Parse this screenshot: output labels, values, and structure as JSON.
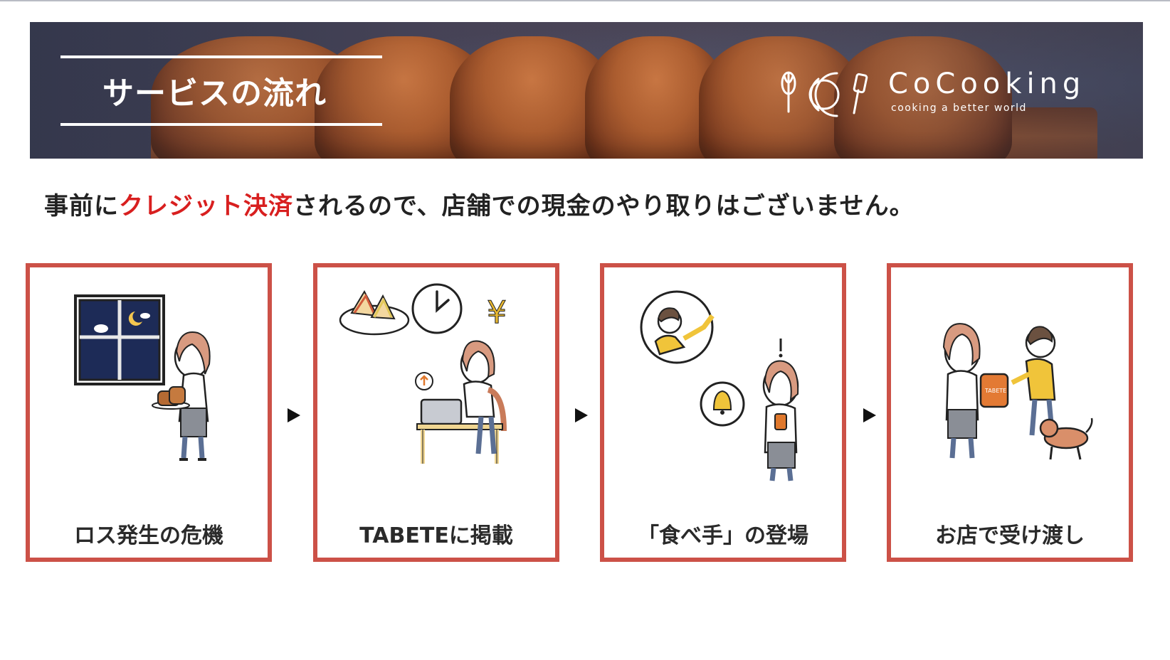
{
  "banner": {
    "title": "サービスの流れ",
    "logo": {
      "brand": "CoCooking",
      "tagline": "cooking a better world",
      "icon": "whisk-plate-spatula-icon"
    }
  },
  "intro": {
    "before": "事前に",
    "highlight": "クレジット決済",
    "after": "されるので、店舗での現金のやり取りはございません。",
    "highlight_color": "#d81f1f"
  },
  "steps": [
    {
      "label": "ロス発生の危機",
      "illustration": "night-window-baker-icon"
    },
    {
      "label": "TABETEに掲載",
      "illustration": "sandwich-clock-yen-laptop-icon"
    },
    {
      "label": "「食べ手」の登場",
      "illustration": "customer-notification-bell-icon"
    },
    {
      "label": "お店で受け渡し",
      "illustration": "handover-bag-dog-icon"
    }
  ],
  "colors": {
    "card_border": "#cc5147",
    "arrow": "#111111"
  }
}
